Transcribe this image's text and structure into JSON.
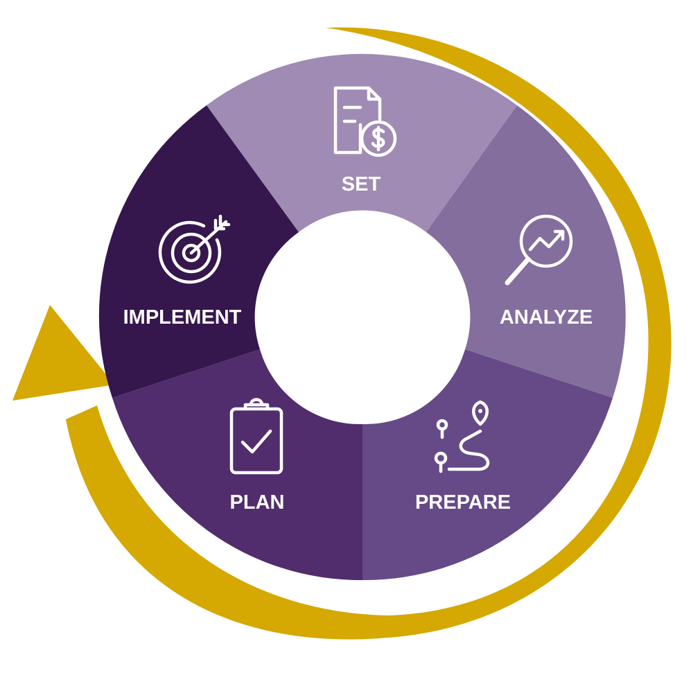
{
  "cycle": {
    "segments": [
      {
        "id": "set",
        "label": "SET",
        "icon": "invoice-dollar-icon",
        "color": "#9f8bb3"
      },
      {
        "id": "analyze",
        "label": "ANALYZE",
        "icon": "magnify-chart-icon",
        "color": "#836e9e"
      },
      {
        "id": "prepare",
        "label": "PREPARE",
        "icon": "route-pin-icon",
        "color": "#654a87"
      },
      {
        "id": "plan",
        "label": "PLAN",
        "icon": "clipboard-check-icon",
        "color": "#512d6d"
      },
      {
        "id": "implement",
        "label": "IMPLEMENT",
        "icon": "target-arrow-icon",
        "color": "#35164d"
      }
    ],
    "arrow_color": "#d5a802",
    "center_color": "#ffffff"
  }
}
